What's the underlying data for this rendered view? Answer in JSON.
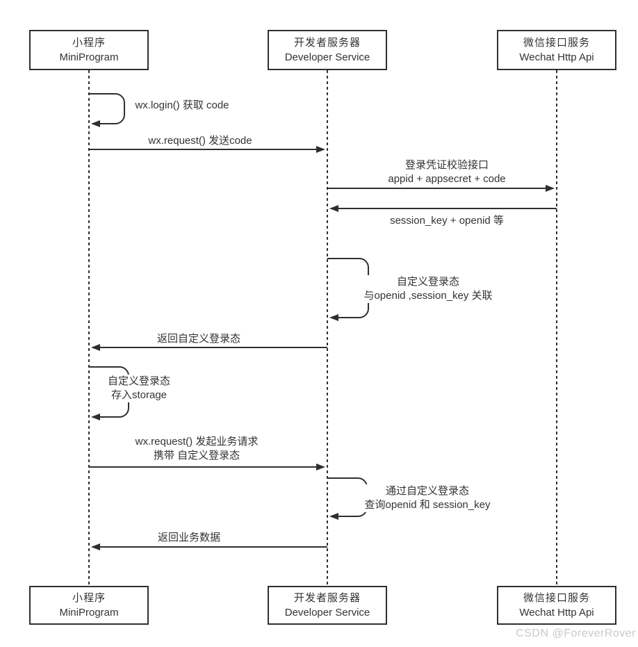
{
  "diagram_type": "uml-sequence-diagram",
  "participants": [
    {
      "id": "miniprogram",
      "name_cn": "小程序",
      "name_en": "MiniProgram"
    },
    {
      "id": "developer-service",
      "name_cn": "开发者服务器",
      "name_en": "Developer Service"
    },
    {
      "id": "wechat-api",
      "name_cn": "微信接口服务",
      "name_en": "Wechat Http Api"
    }
  ],
  "messages": [
    {
      "seq": 1,
      "type": "self",
      "from": "miniprogram",
      "to": "miniprogram",
      "label": "wx.login() 获取 code"
    },
    {
      "seq": 2,
      "type": "arrow",
      "from": "miniprogram",
      "to": "developer-service",
      "label": "wx.request() 发送code"
    },
    {
      "seq": 3,
      "type": "arrow",
      "from": "developer-service",
      "to": "wechat-api",
      "label": "登录凭证校验接口\nappid + appsecret + code"
    },
    {
      "seq": 4,
      "type": "arrow",
      "from": "wechat-api",
      "to": "developer-service",
      "label": "session_key + openid 等"
    },
    {
      "seq": 5,
      "type": "self",
      "from": "developer-service",
      "to": "developer-service",
      "label": "自定义登录态\n与openid ,session_key 关联"
    },
    {
      "seq": 6,
      "type": "arrow",
      "from": "developer-service",
      "to": "miniprogram",
      "label": "返回自定义登录态"
    },
    {
      "seq": 7,
      "type": "self",
      "from": "miniprogram",
      "to": "miniprogram",
      "label": "自定义登录态\n存入storage"
    },
    {
      "seq": 8,
      "type": "arrow",
      "from": "miniprogram",
      "to": "developer-service",
      "label": "wx.request() 发起业务请求\n携带 自定义登录态"
    },
    {
      "seq": 9,
      "type": "self",
      "from": "developer-service",
      "to": "developer-service",
      "label": "通过自定义登录态\n查询openid 和 session_key"
    },
    {
      "seq": 10,
      "type": "arrow",
      "from": "developer-service",
      "to": "miniprogram",
      "label": "返回业务数据"
    }
  ],
  "watermark": "CSDN @ForeverRover",
  "colors": {
    "line": "#2f2f2f",
    "text": "#333333",
    "box_border": "#2f2f2f",
    "background": "#ffffff",
    "watermark": "#c9c9c9"
  }
}
